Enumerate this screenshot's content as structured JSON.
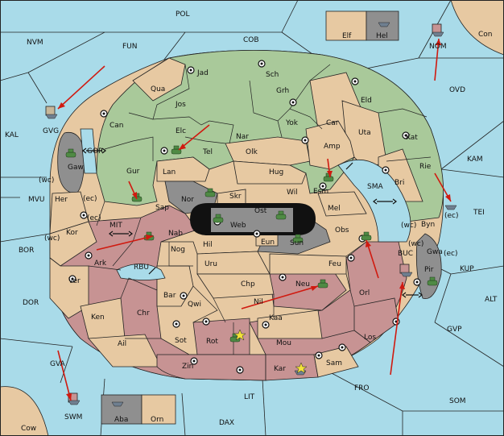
{
  "colors": {
    "sea": "#a9dbe9",
    "green_power": "#a9c99a",
    "tan_neutral": "#e7c9a2",
    "red_power": "#c79393",
    "grey_impassable": "#8f8f8f",
    "order_arrow": "#d01a10"
  },
  "sea_labels": [
    "POL",
    "NVM",
    "FUN",
    "COB",
    "Con",
    "NOM",
    "OVD",
    "KAL",
    "GVG",
    "GOR",
    "KAM",
    "SMA",
    "TEI",
    "MVU",
    "MIT",
    "BOR",
    "RBU",
    "KUP",
    "BUC",
    "ALT",
    "DOR",
    "GVP",
    "GVA",
    "FRO",
    "SOM",
    "LIT",
    "SWM",
    "DAX",
    "Cow"
  ],
  "land_labels": [
    "Elf",
    "Hel",
    "Jad",
    "Sch",
    "Qua",
    "Jos",
    "Grh",
    "Eld",
    "Can",
    "Yok",
    "Car",
    "Elc",
    "Tel",
    "Nar",
    "Uta",
    "Olk",
    "Kat",
    "Gaw",
    "Gur",
    "Lan",
    "Hug",
    "Amp",
    "Rie",
    "Esm",
    "Wil",
    "Nor",
    "Skr",
    "Ost",
    "Mel",
    "Bri",
    "Sap",
    "Web",
    "Byn",
    "Her",
    "Kor",
    "Nab",
    "Eun",
    "Sun",
    "Obs",
    "Gwa",
    "Hil",
    "Nog",
    "Ark",
    "Uru",
    "Feu",
    "Pir",
    "Ver",
    "Bar",
    "Qwi",
    "Chp",
    "Neu",
    "Orl",
    "Nil",
    "Ken",
    "Chr",
    "Kaa",
    "Ail",
    "Sot",
    "Rot",
    "Mou",
    "Los",
    "Zin",
    "Kar",
    "Sam",
    "Aba",
    "Orn"
  ],
  "coast_labels": [
    "(wc)",
    "(ec)",
    "(ec)",
    "(wc)",
    "(wc)",
    "(ec)",
    "(wc)",
    "(ec)"
  ],
  "legend": {
    "note": ""
  }
}
